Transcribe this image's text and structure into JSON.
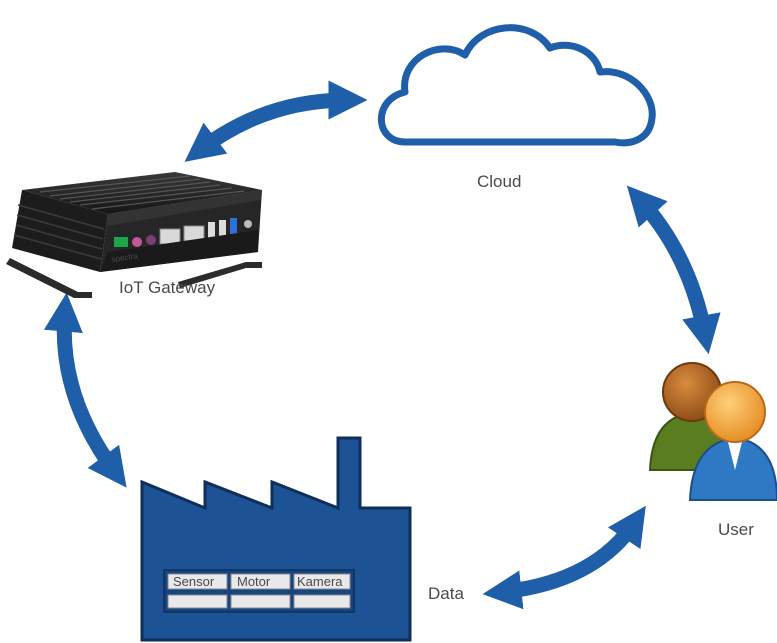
{
  "nodes": {
    "cloud": {
      "label": "Cloud"
    },
    "gateway": {
      "label": "IoT Gateway",
      "brand": "spectra"
    },
    "user": {
      "label": "User"
    },
    "factory": {
      "slots": [
        "Sensor",
        "Motor",
        "Kamera"
      ]
    },
    "data": {
      "label": "Data"
    }
  },
  "colors": {
    "arrow": "#1f5ea8",
    "cloud_stroke": "#1f5ea8",
    "factory_fill": "#1d5394",
    "factory_stroke": "#0f2f5a",
    "slot_fill": "#e9e9e9",
    "user_front": "#f2a23c",
    "user_back": "#b6621d",
    "user_body_front": "#2f78c4",
    "user_body_back": "#5a7d1f"
  }
}
